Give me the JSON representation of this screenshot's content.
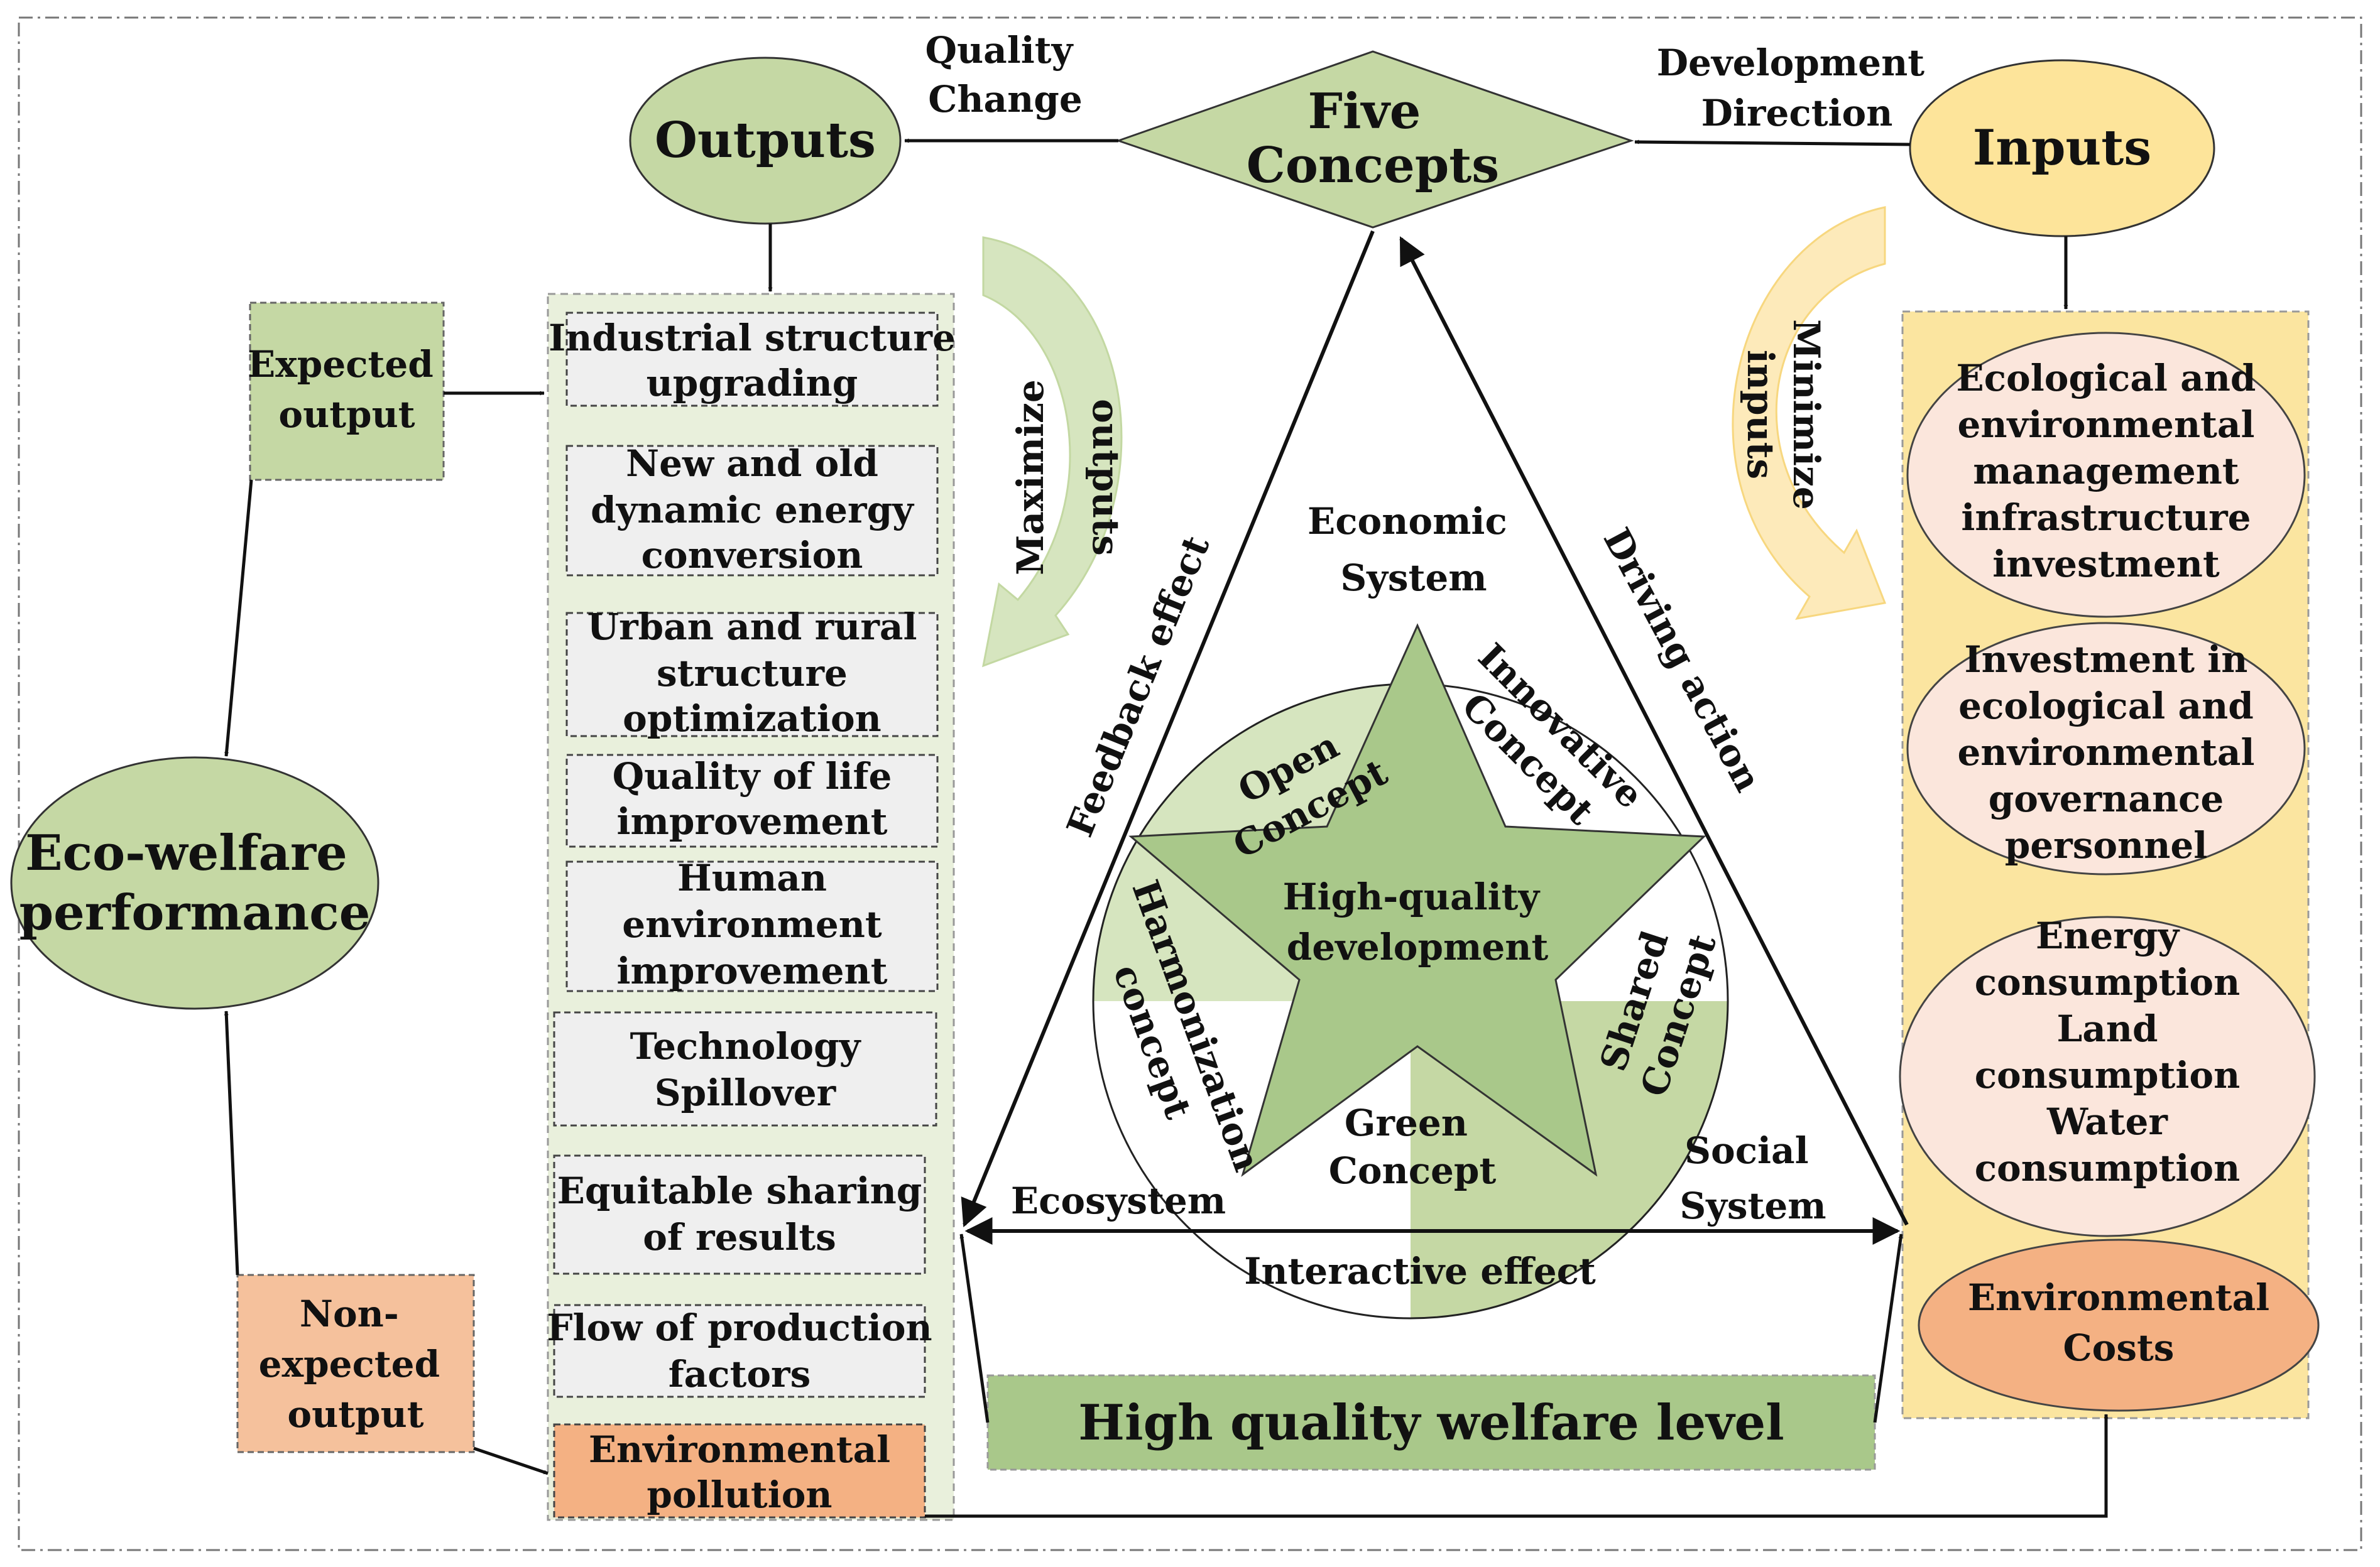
{
  "colors": {
    "green_light": "#c5d8a4",
    "green_pale": "#e3ecd3",
    "green_panel": "#e9f0dc",
    "yellow": "#fde49a",
    "yellow_panel": "#fbe5a0",
    "orange": "#f5c19c",
    "orange_strong": "#f4b183",
    "pink_pale": "#fbe6dc",
    "gray_box": "#efefef",
    "line": "#111111"
  },
  "outputs_label": "Outputs",
  "inputs_label": "Inputs",
  "five_concepts": [
    "Five",
    "Concepts"
  ],
  "quality_change": [
    "Quality",
    "Change"
  ],
  "development_direction": [
    "Development",
    "Direction"
  ],
  "maximize_outputs": [
    "Maximize",
    "outputs"
  ],
  "minimize_inputs": [
    "Minimize",
    "inputs"
  ],
  "expected_output": [
    "Expected",
    "output"
  ],
  "non_expected_output": [
    "Non-",
    "expected",
    "output"
  ],
  "eco_welfare": [
    "Eco-welfare",
    "performance"
  ],
  "output_items": [
    {
      "lines": [
        "Industrial structure",
        "upgrading"
      ]
    },
    {
      "lines": [
        "New and old",
        "dynamic energy",
        "conversion"
      ]
    },
    {
      "lines": [
        "Urban and rural",
        "structure",
        "optimization"
      ]
    },
    {
      "lines": [
        "Quality of life",
        "improvement"
      ]
    },
    {
      "lines": [
        "Human",
        "environment",
        "improvement"
      ]
    },
    {
      "lines": [
        "Technology",
        "Spillover"
      ]
    },
    {
      "lines": [
        "Equitable sharing",
        "of results"
      ]
    },
    {
      "lines": [
        "Flow of production",
        "factors"
      ]
    },
    {
      "lines": [
        "Environmental",
        "pollution"
      ]
    }
  ],
  "input_items": [
    {
      "lines": [
        "Ecological and",
        "environmental",
        "management",
        "infrastructure",
        "investment"
      ]
    },
    {
      "lines": [
        "Investment in",
        "ecological and",
        "environmental",
        "governance",
        "personnel"
      ]
    },
    {
      "lines": [
        "Energy",
        "consumption",
        "Land",
        "consumption",
        "Water",
        "consumption"
      ]
    }
  ],
  "environmental_costs": [
    "Environmental",
    "Costs"
  ],
  "feedback_effect": "Feedback effect",
  "driving_action": "Driving action",
  "economic_system": [
    "Economic",
    "System"
  ],
  "ecosystem": "Ecosystem",
  "social_system": [
    "Social",
    "System"
  ],
  "interactive_effect": "Interactive effect",
  "high_quality_development": [
    "High-quality",
    "development"
  ],
  "open_concept": [
    "Open",
    "Concept"
  ],
  "innovative_concept": [
    "Innovative",
    "Concept"
  ],
  "harmonization_concept": [
    "Harmonization",
    "concept"
  ],
  "shared_concept": [
    "Shared",
    "Concept"
  ],
  "green_concept": [
    "Green",
    "Concept"
  ],
  "high_quality_welfare": "High quality welfare level"
}
